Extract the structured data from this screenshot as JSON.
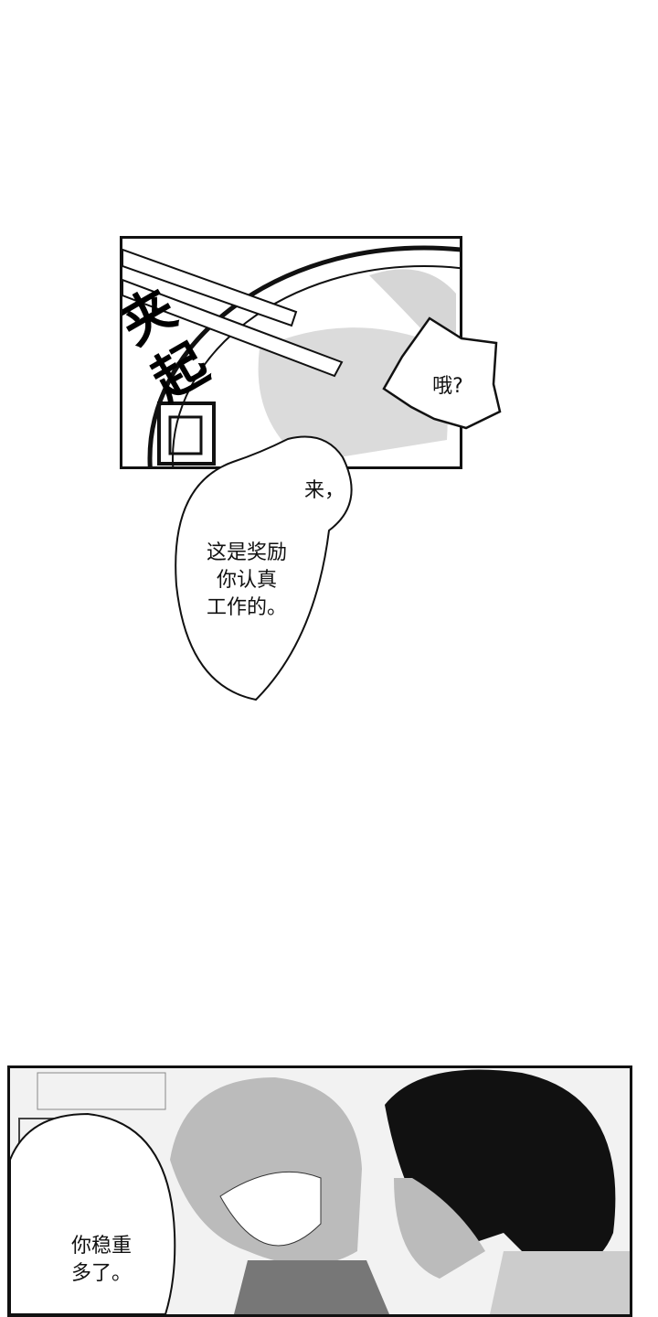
{
  "panel1": {
    "sfx": "夹起",
    "bubble_oh": "哦?"
  },
  "bubble_come": {
    "line1": "来，",
    "line2": "这是奖励",
    "line3": "你认真",
    "line4": "工作的。"
  },
  "panel2": {
    "bubble": {
      "line1": "你稳重",
      "line2": "多了。"
    }
  }
}
